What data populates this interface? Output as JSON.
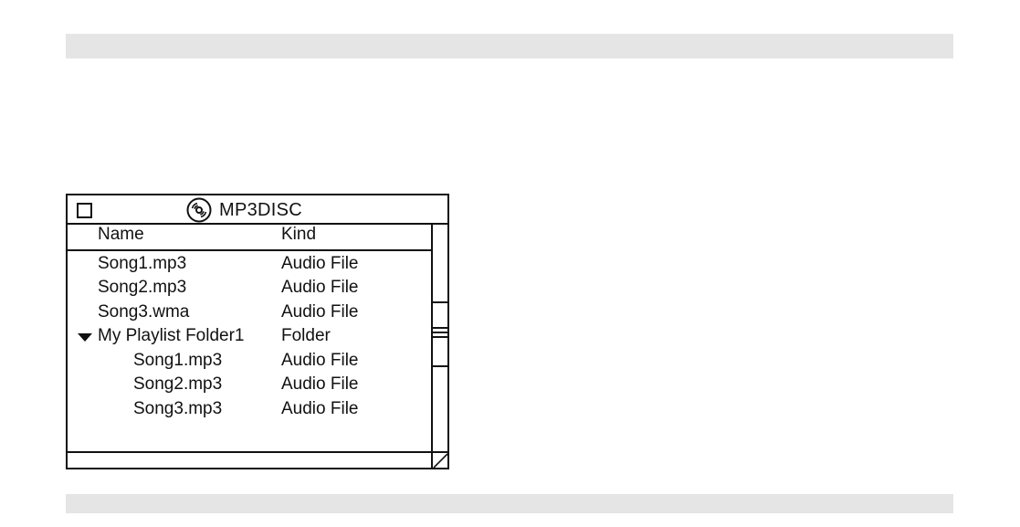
{
  "window": {
    "title": "MP3DISC",
    "title_icon": "disc-icon",
    "columns": {
      "name": "Name",
      "kind": "Kind"
    },
    "rows": [
      {
        "name": "Song1.mp3",
        "kind": "Audio File"
      },
      {
        "name": "Song2.mp3",
        "kind": "Audio File"
      },
      {
        "name": "Song3.wma",
        "kind": "Audio File"
      },
      {
        "name": "My Playlist Folder1",
        "kind": "Folder",
        "expanded": true
      },
      {
        "name": "Song1.mp3",
        "kind": "Audio File"
      },
      {
        "name": "Song2.mp3",
        "kind": "Audio File"
      },
      {
        "name": "Song3.mp3",
        "kind": "Audio File"
      }
    ]
  }
}
